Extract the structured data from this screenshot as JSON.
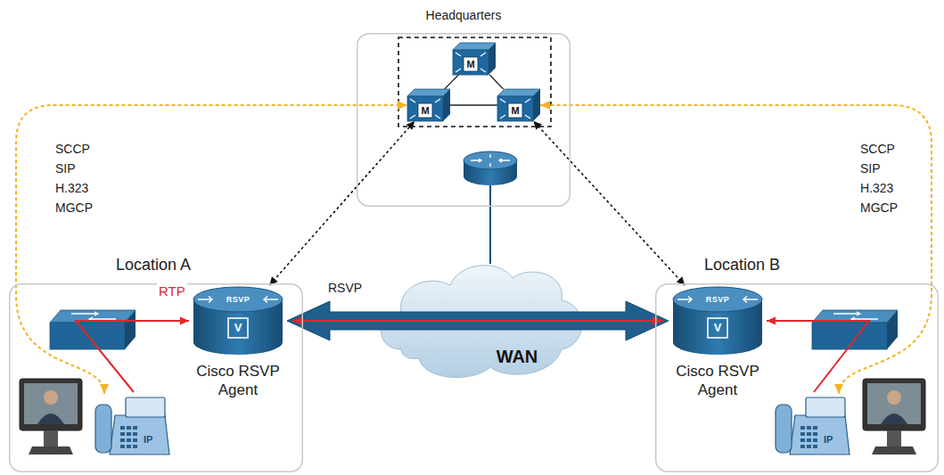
{
  "diagram": {
    "nodes": [
      {
        "text": [
          "Headquarters"
        ]
      },
      {
        "text": [
          "M"
        ],
        "in": 0
      },
      {
        "text": [
          "M"
        ],
        "in": 0
      },
      {
        "text": [
          "M"
        ],
        "in": 0
      },
      {
        "text": [
          "Location A"
        ]
      },
      {
        "text": [
          "RSVP",
          "V",
          "Cisco RSVP Agent"
        ],
        "in": 4
      },
      {
        "text": [
          "IP"
        ],
        "in": 4
      },
      {
        "text": [
          "WAN"
        ]
      },
      {
        "text": [
          "Location B"
        ]
      },
      {
        "text": [
          "RSVP",
          "V",
          "Cisco RSVP Agent"
        ],
        "in": 8
      },
      {
        "text": [
          "IP"
        ],
        "in": 8
      }
    ],
    "edges": [
      {
        "from": 1,
        "to": 2,
        "arrow": "none"
      },
      {
        "from": 1,
        "to": 3,
        "arrow": "none"
      },
      {
        "from": 2,
        "to": 3,
        "arrow": "none"
      },
      {
        "from": 5,
        "to": 2,
        "arrow": "both"
      },
      {
        "from": 9,
        "to": 3,
        "arrow": "both"
      },
      {
        "from": 6,
        "to": 2,
        "arrow": "both"
      },
      {
        "from": 10,
        "to": 3,
        "arrow": "both"
      },
      {
        "from": 6,
        "to": 5,
        "label": "RTP",
        "arrow": "to"
      },
      {
        "from": 10,
        "to": 9,
        "arrow": "to"
      },
      {
        "from": 5,
        "to": 9,
        "label": "RSVP",
        "arrow": "both"
      }
    ],
    "labels": [
      "SCCP",
      "SIP",
      "H.323",
      "MGCP",
      "SCCP",
      "SIP",
      "H.323",
      "MGCP"
    ]
  }
}
